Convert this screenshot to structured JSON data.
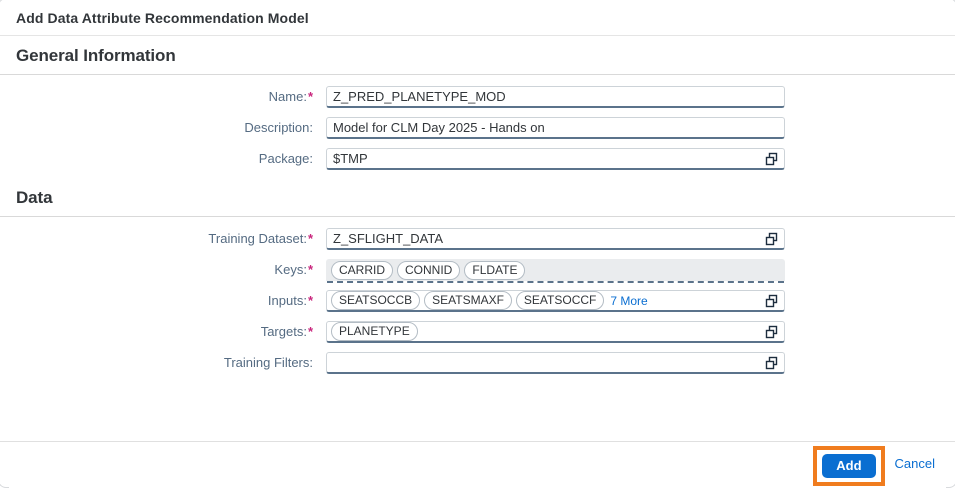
{
  "dialog": {
    "title": "Add Data Attribute Recommendation Model"
  },
  "sections": {
    "general": {
      "title": "General Information",
      "fields": {
        "name": {
          "label": "Name:",
          "required": true,
          "value": "Z_PRED_PLANETYPE_MOD",
          "placeholder": ""
        },
        "description": {
          "label": "Description:",
          "required": false,
          "value": "Model for CLM Day 2025 - Hands on",
          "placeholder": ""
        },
        "package": {
          "label": "Package:",
          "required": false,
          "value": "$TMP",
          "placeholder": "",
          "value_help_icon": "value-help-icon"
        }
      }
    },
    "data": {
      "title": "Data",
      "fields": {
        "training_dataset": {
          "label": "Training Dataset:",
          "required": true,
          "value": "Z_SFLIGHT_DATA",
          "placeholder": "",
          "value_help_icon": "value-help-icon"
        },
        "keys": {
          "label": "Keys:",
          "required": true,
          "readonly": true,
          "tokens": [
            "CARRID",
            "CONNID",
            "FLDATE"
          ]
        },
        "inputs": {
          "label": "Inputs:",
          "required": true,
          "tokens": [
            "SEATSOCCB",
            "SEATSMAXF",
            "SEATSOCCF"
          ],
          "more_label": "7 More",
          "value_help_icon": "value-help-icon"
        },
        "targets": {
          "label": "Targets:",
          "required": true,
          "tokens": [
            "PLANETYPE"
          ],
          "value_help_icon": "value-help-icon"
        },
        "training_filters": {
          "label": "Training Filters:",
          "required": false,
          "value": "",
          "placeholder": "",
          "value_help_icon": "value-help-icon"
        }
      }
    }
  },
  "footer": {
    "add_label": "Add",
    "cancel_label": "Cancel"
  },
  "colors": {
    "accent_blue": "#0a6ed1",
    "required_asterisk": "#c9267d",
    "label_text": "#556b82",
    "highlight_orange": "#f07c1e",
    "readonly_bg": "#eaecee",
    "field_underline": "#5b738b"
  },
  "required_marker": "*"
}
